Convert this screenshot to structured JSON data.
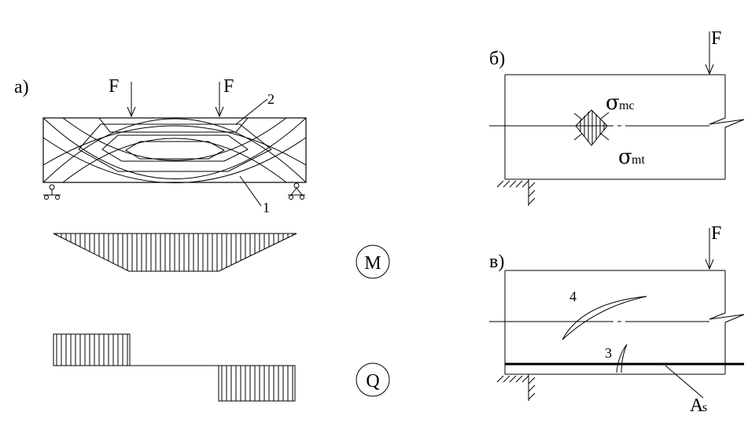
{
  "panels": {
    "a": {
      "label": "a)",
      "force_left": "F",
      "force_right": "F",
      "callout_2": "2",
      "callout_1": "1"
    },
    "b": {
      "label": "б)",
      "force": "F",
      "sigma_compression": {
        "symbol": "σ",
        "subscript": "mc"
      },
      "sigma_tension": {
        "symbol": "σ",
        "subscript": "mt"
      }
    },
    "c": {
      "label": "в)",
      "force": "F",
      "callout_4": "4",
      "callout_3": "3",
      "rebar": {
        "symbol": "A",
        "subscript": "s"
      }
    }
  },
  "diagrams": {
    "moment_label": "M",
    "shear_label": "Q"
  }
}
